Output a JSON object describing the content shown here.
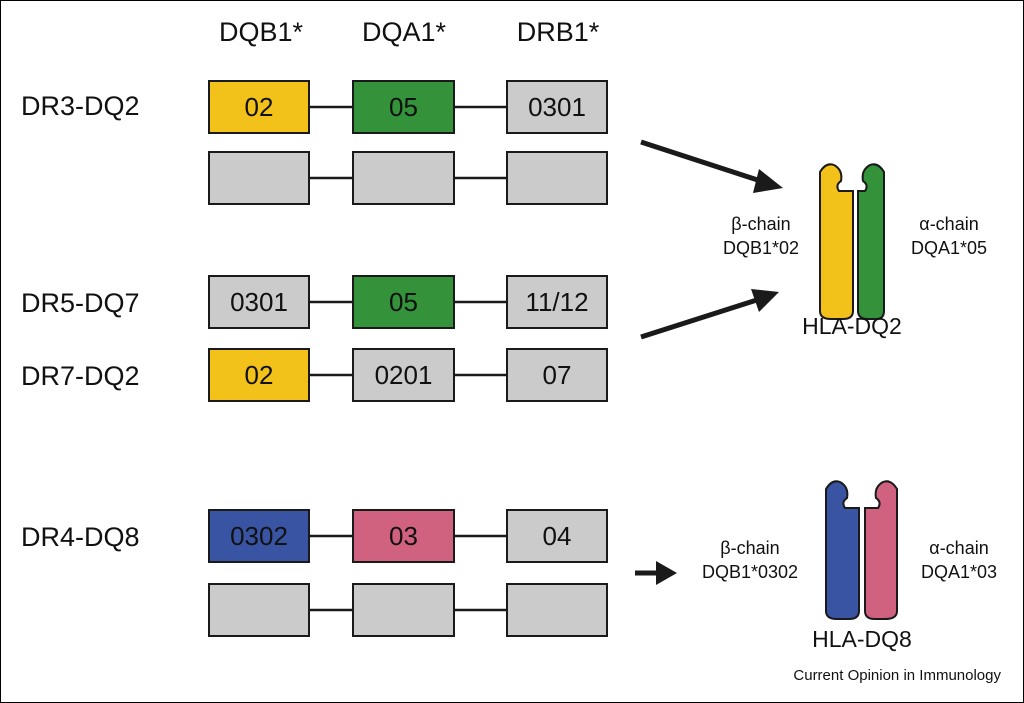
{
  "columns": [
    {
      "label": "DQB1*"
    },
    {
      "label": "DQA1*"
    },
    {
      "label": "DRB1*"
    }
  ],
  "haplotypes": [
    {
      "label": "DR3-DQ2",
      "alleles": [
        {
          "text": "02",
          "color": "#f2c21b"
        },
        {
          "text": "05",
          "color": "#34923b"
        },
        {
          "text": "0301",
          "color": "#cbcbcb"
        }
      ]
    },
    {
      "label": "",
      "alleles": [
        {
          "text": "",
          "color": "#cbcbcb"
        },
        {
          "text": "",
          "color": "#cbcbcb"
        },
        {
          "text": "",
          "color": "#cbcbcb"
        }
      ]
    },
    {
      "label": "DR5-DQ7",
      "alleles": [
        {
          "text": "0301",
          "color": "#cbcbcb"
        },
        {
          "text": "05",
          "color": "#34923b"
        },
        {
          "text": "11/12",
          "color": "#cbcbcb"
        }
      ]
    },
    {
      "label": "DR7-DQ2",
      "alleles": [
        {
          "text": "02",
          "color": "#f2c21b"
        },
        {
          "text": "0201",
          "color": "#cbcbcb"
        },
        {
          "text": "07",
          "color": "#cbcbcb"
        }
      ]
    },
    {
      "label": "DR4-DQ8",
      "alleles": [
        {
          "text": "0302",
          "color": "#3a54a4"
        },
        {
          "text": "03",
          "color": "#d1627f"
        },
        {
          "text": "04",
          "color": "#cbcbcb"
        }
      ]
    },
    {
      "label": "",
      "alleles": [
        {
          "text": "",
          "color": "#cbcbcb"
        },
        {
          "text": "",
          "color": "#cbcbcb"
        },
        {
          "text": "",
          "color": "#cbcbcb"
        }
      ]
    }
  ],
  "molecules": [
    {
      "name": "HLA-DQ2",
      "beta": {
        "chain": "β-chain",
        "allele": "DQB1*02",
        "color": "#f2c21b"
      },
      "alpha": {
        "chain": "α-chain",
        "allele": "DQA1*05",
        "color": "#34923b"
      }
    },
    {
      "name": "HLA-DQ8",
      "beta": {
        "chain": "β-chain",
        "allele": "DQB1*0302",
        "color": "#3a54a4"
      },
      "alpha": {
        "chain": "α-chain",
        "allele": "DQA1*03",
        "color": "#d1627f"
      }
    }
  ],
  "source": "Current Opinion in Immunology",
  "colors": {
    "line": "#1a1a1a",
    "empty_box": "#cbcbcb"
  }
}
